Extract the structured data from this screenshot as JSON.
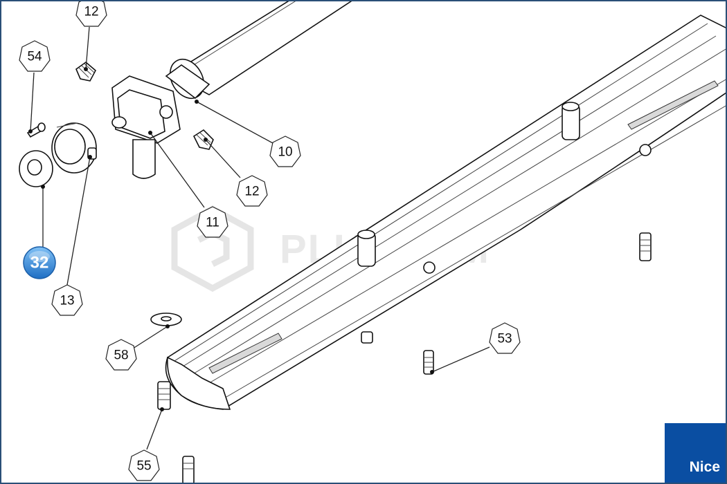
{
  "brand": {
    "name": "Nice",
    "color": "#0a4ea2"
  },
  "watermark": {
    "text": "PLUSCOM"
  },
  "selected": {
    "label": "32",
    "color": "#2f86d8"
  },
  "callouts": [
    {
      "id": "c12a",
      "label": "12"
    },
    {
      "id": "c54",
      "label": "54"
    },
    {
      "id": "c12b",
      "label": "12"
    },
    {
      "id": "c10",
      "label": "10"
    },
    {
      "id": "c11",
      "label": "11"
    },
    {
      "id": "c13",
      "label": "13"
    },
    {
      "id": "c58",
      "label": "58"
    },
    {
      "id": "c53",
      "label": "53"
    },
    {
      "id": "c55",
      "label": "55"
    }
  ]
}
